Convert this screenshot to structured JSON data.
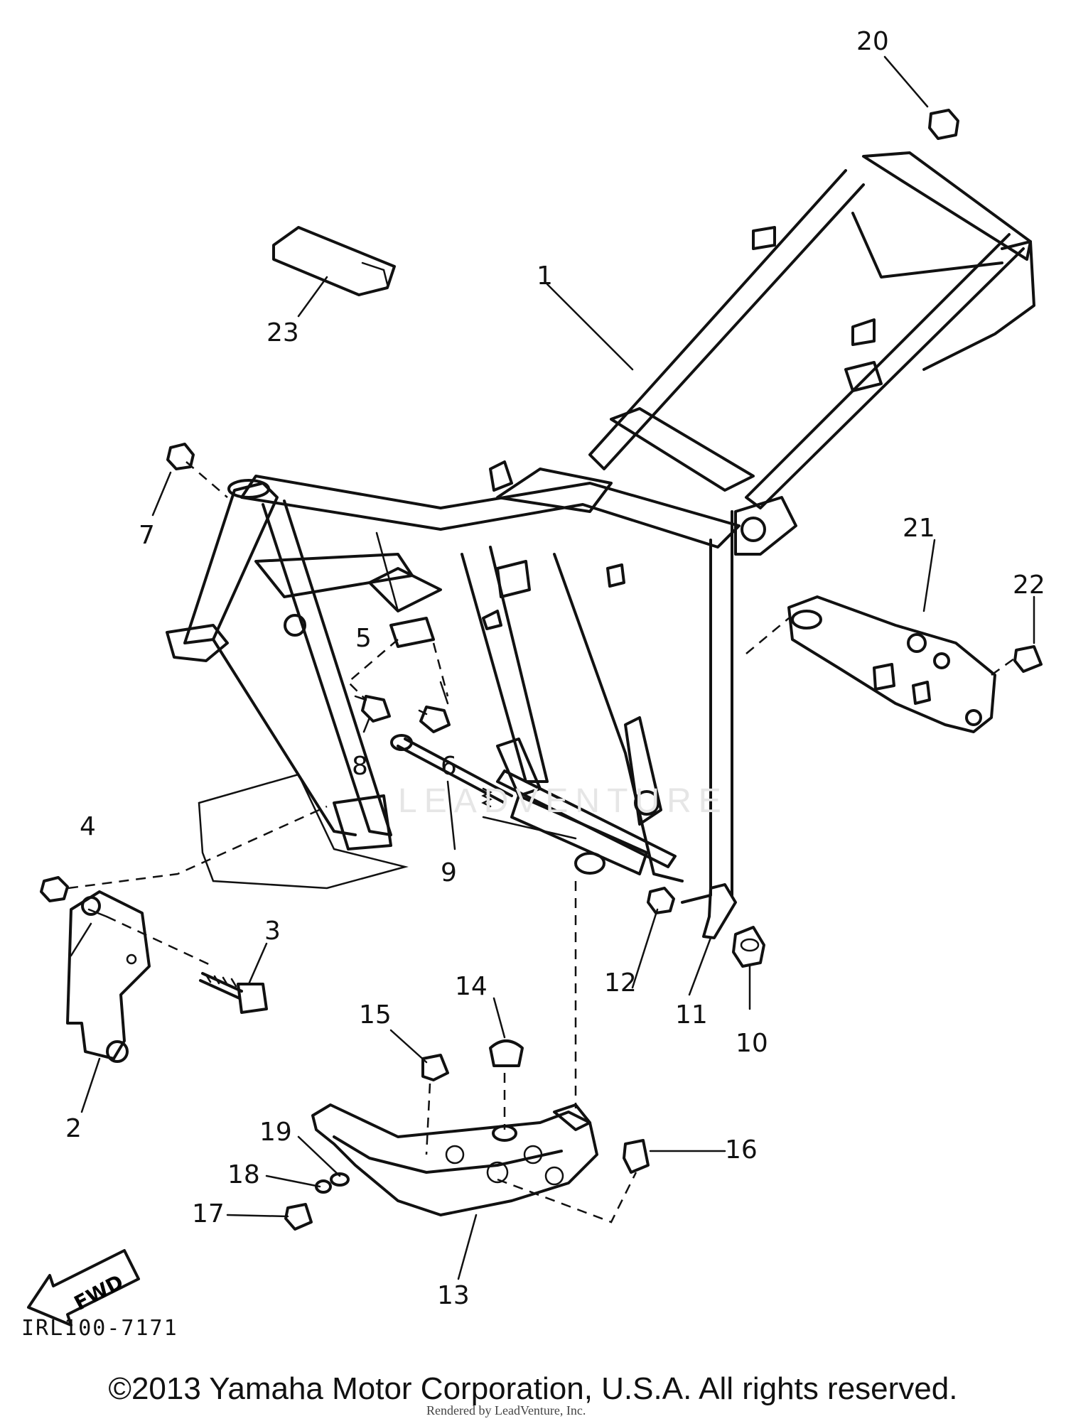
{
  "diagram_code": "IRL100-7171",
  "copyright": "©2013 Yamaha Motor Corporation, U.S.A. All rights reserved.",
  "renderer_credit": "Rendered by LeadVenture, Inc.",
  "watermark": "LEADVENTURE",
  "fwd_label": "FWD",
  "callouts": [
    "1",
    "2",
    "3",
    "4",
    "5",
    "6",
    "7",
    "8",
    "9",
    "10",
    "11",
    "12",
    "13",
    "14",
    "15",
    "16",
    "17",
    "18",
    "19",
    "20",
    "21",
    "22",
    "23"
  ]
}
